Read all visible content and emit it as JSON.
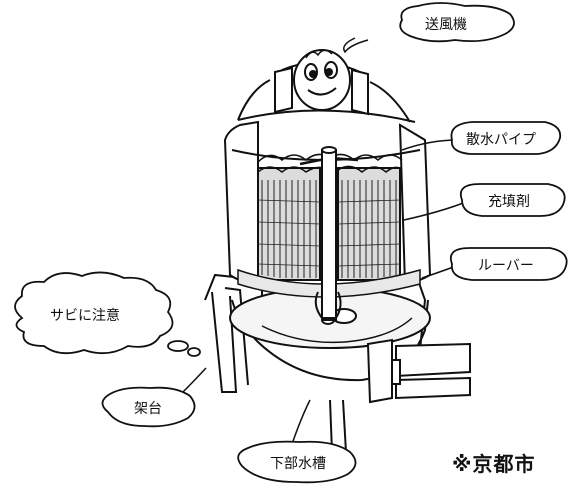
{
  "diagram": {
    "labels": {
      "blower": "送風機",
      "sprinkler_pipe": "散水パイプ",
      "filler": "充填剤",
      "louver": "ルーバー",
      "rust_warning": "サビに注意",
      "stand": "架台",
      "lower_basin": "下部水槽"
    },
    "credit": "※京都市"
  }
}
